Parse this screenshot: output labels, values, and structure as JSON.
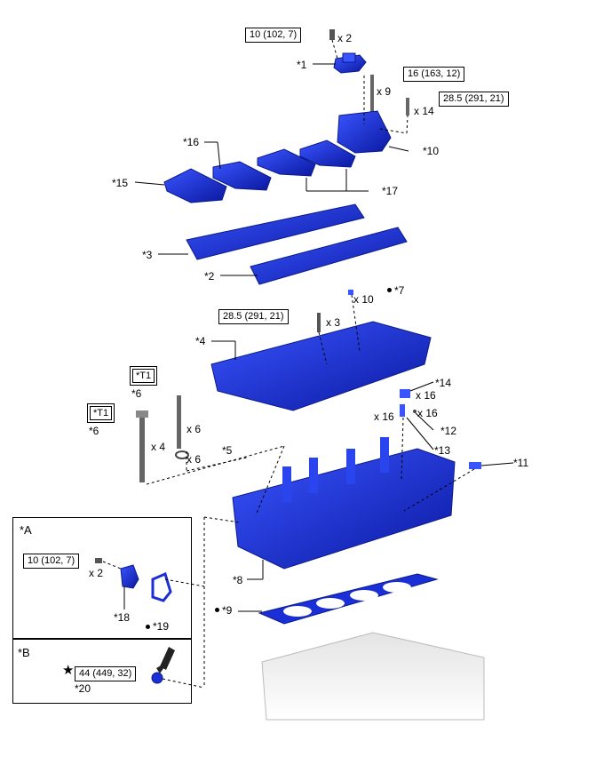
{
  "torque": {
    "t1": "10 (102, 7)",
    "t2": "16 (163, 12)",
    "t3": "28.5 (291, 21)",
    "t4": "28.5 (291, 21)",
    "t5": "10 (102, 7)",
    "t6": "44 (449, 32)"
  },
  "qty": {
    "q_x2_top": "x 2",
    "q_x9": "x 9",
    "q_x14": "x 14",
    "q_x10": "x 10",
    "q_x3": "x 3",
    "q_x16_a": "x 16",
    "q_x16_b": "x 16",
    "q_x16_c": "x 16",
    "q_x6_a": "x 6",
    "q_x6_b": "x 6",
    "q_x4": "x 4",
    "q_x2_panel": "x 2"
  },
  "callouts": {
    "c1": "*1",
    "c2": "*2",
    "c3": "*3",
    "c4": "*4",
    "c5": "*5",
    "c6a": "*6",
    "c6b": "*6",
    "c7": "*7",
    "c8": "*8",
    "c9": "*9",
    "c10": "*10",
    "c11": "*11",
    "c12": "*12",
    "c13": "*13",
    "c14": "*14",
    "c15": "*15",
    "c16": "*16",
    "c17": "*17",
    "c18": "*18",
    "c19": "*19",
    "c20": "*20"
  },
  "tools": {
    "t1a": "*T1",
    "t1b": "*T1"
  },
  "panels": {
    "a": "*A",
    "b": "*B"
  },
  "colors": {
    "part_blue": "#1a2fd6",
    "part_dark": "#0b1a8a",
    "block_gray": "#c8c8c8"
  }
}
